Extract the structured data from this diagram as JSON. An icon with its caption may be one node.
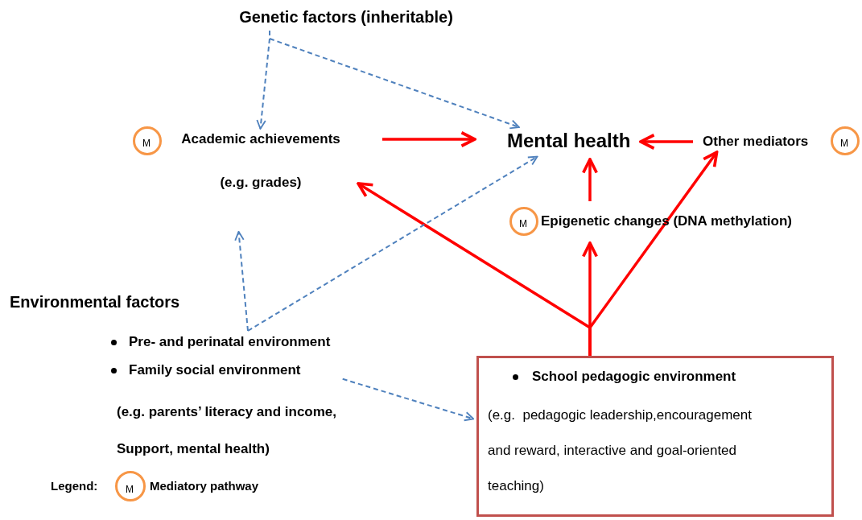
{
  "diagram": {
    "nodes": [
      {
        "text": [
          "Genetic factors (inheritable)"
        ]
      },
      {
        "text": [
          "M"
        ]
      },
      {
        "text": [
          "Academic achievements",
          "(e.g. grades)"
        ]
      },
      {
        "text": [
          "Mental health"
        ]
      },
      {
        "text": [
          "Other mediators"
        ]
      },
      {
        "text": [
          "M"
        ]
      },
      {
        "text": [
          "M"
        ]
      },
      {
        "text": [
          "Epigenetic changes (DNA methylation)"
        ]
      },
      {
        "text": [
          "Pre- and perinatal environment",
          "Family social environment",
          "(e.g. parents’ literacy and income, Support, mental health)"
        ]
      },
      {
        "text": [
          "School pedagogic environment",
          "(e.g.  pedagogic leadership,encouragement and reward, interactive and goal-oriented teaching)"
        ]
      }
    ],
    "edges": [
      {
        "from": 0,
        "to": 2,
        "arrow": "to",
        "style": "dashed",
        "color": "#4f81bd"
      },
      {
        "from": 0,
        "to": 3,
        "arrow": "to",
        "style": "dashed",
        "color": "#4f81bd"
      },
      {
        "from": 2,
        "to": 3,
        "arrow": "to"
      },
      {
        "from": 4,
        "to": 3,
        "arrow": "to"
      },
      {
        "from": 7,
        "to": 3,
        "arrow": "to"
      },
      {
        "from": 9,
        "to": 2,
        "arrow": "to"
      },
      {
        "from": 9,
        "to": 7,
        "arrow": "to"
      },
      {
        "from": 9,
        "to": 4,
        "arrow": "to"
      },
      {
        "from": 8,
        "to": 2,
        "arrow": "to",
        "style": "dashed",
        "color": "#4f81bd"
      },
      {
        "from": 8,
        "to": 3,
        "arrow": "to",
        "style": "dashed",
        "color": "#4f81bd"
      },
      {
        "from": 8,
        "to": 9,
        "arrow": "to",
        "style": "dashed",
        "color": "#4f81bd"
      }
    ],
    "labels": [
      "Environmental factors",
      "Legend:",
      "M"
    ],
    "legend": [
      {
        "text": "Mediatory pathway"
      }
    ]
  }
}
